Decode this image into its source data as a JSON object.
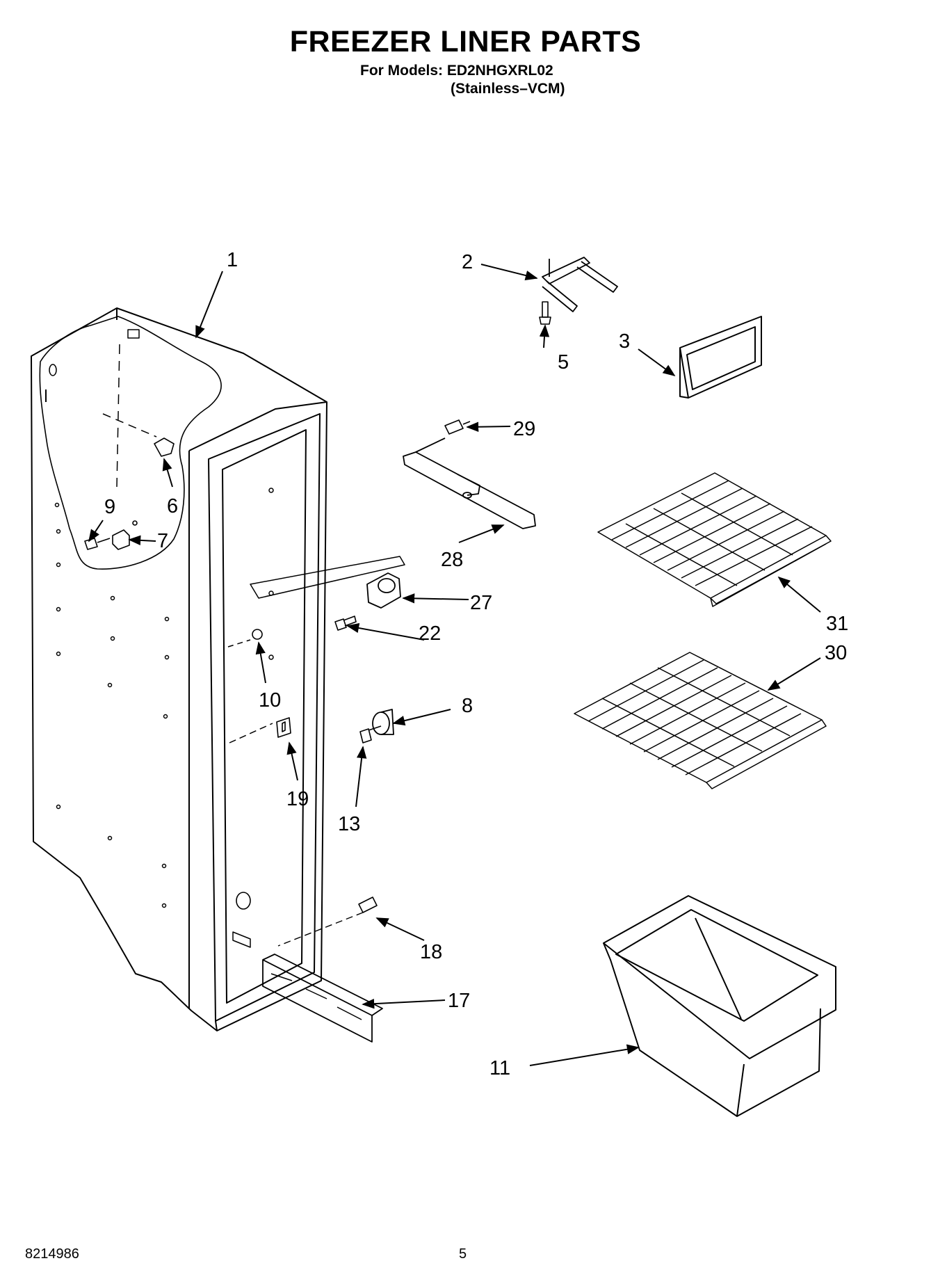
{
  "header": {
    "title": "FREEZER LINER PARTS",
    "models_line": "For Models: ED2NHGXRL02",
    "models_variant": "(Stainless–VCM)"
  },
  "footer": {
    "doc_number": "8214986",
    "page_number": "5"
  },
  "callouts": {
    "c1": "1",
    "c2": "2",
    "c3": "3",
    "c5": "5",
    "c6": "6",
    "c7": "7",
    "c8": "8",
    "c9": "9",
    "c10": "10",
    "c11": "11",
    "c13": "13",
    "c17": "17",
    "c18": "18",
    "c19": "19",
    "c22": "22",
    "c27": "27",
    "c28": "28",
    "c29": "29",
    "c30": "30",
    "c31": "31"
  }
}
